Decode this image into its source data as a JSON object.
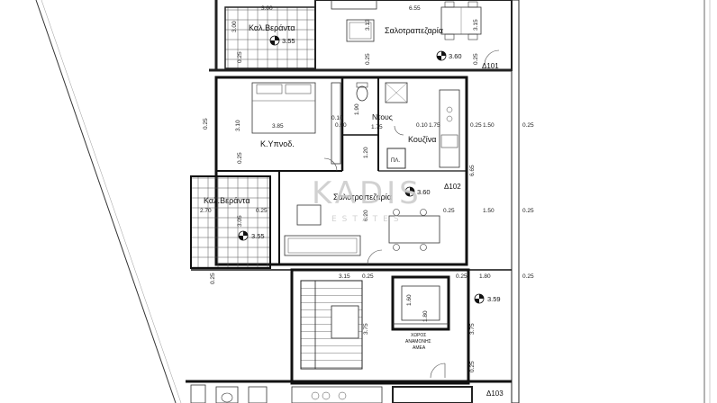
{
  "watermark": {
    "brand": "KADIS",
    "subtitle": "ESTATES"
  },
  "rooms": {
    "veranda_top": "Καλ.Βεράντα",
    "living_top": "Σαλοτραπεζαρία",
    "bedroom": "Κ.Υπνοδ.",
    "shower": "Ντους",
    "kitchen": "Κουζίνα",
    "storage": "ΠΛ.",
    "veranda_mid": "Καλ.Βεράντα",
    "living_mid": "Σαλοτραπεζαρία",
    "disabled_area_line1": "ΧΩΡΟΣ",
    "disabled_area_line2": "ΑΝΑΜΟΝΗΣ",
    "disabled_area_line3": "ΑΜΕΑ"
  },
  "apartments": {
    "d101": "Δ101",
    "d102": "Δ102",
    "d103": "Δ103"
  },
  "levels": {
    "veranda_top": "3.55",
    "living_top": "3.60",
    "living_mid": "3.60",
    "veranda_mid": "3.55",
    "landing": "3.59"
  },
  "dims": {
    "d_300": "3.00",
    "d_655": "6.55",
    "d_313": "3.13",
    "d_315": "3.15",
    "d_025_a": "0.25",
    "d_025_b": "0.25",
    "d_025_c": "0.25",
    "d_025_d": "0.25",
    "d_025_e": "0.25",
    "d_025_f": "0.25",
    "d_025_g": "0.25",
    "d_025_h": "0.25",
    "d_025_i": "0.25",
    "d_025_j": "0.25",
    "d_025_k": "0.25",
    "d_025_l": "0.25",
    "d_025_m": "0.25",
    "d_025_n": "0.25",
    "d_025_o": "0.25",
    "d_385": "3.85",
    "d_310": "3.10",
    "d_010_a": "0.10",
    "d_060": "0.60",
    "d_190": "1.90",
    "d_175_a": "1.75",
    "d_010_b": "0.10",
    "d_175_b": "1.75",
    "d_150_a": "1.50",
    "d_665": "6.65",
    "d_120": "1.20",
    "d_270": "2.70",
    "d_305": "3.05",
    "d_620": "6.20",
    "d_150_b": "1.50",
    "d_315_b": "3.15",
    "d_180_a": "1.80",
    "d_180_b": "1.80",
    "d_375_a": "3.75",
    "d_375_b": "3.75",
    "d_160": "1.60"
  }
}
